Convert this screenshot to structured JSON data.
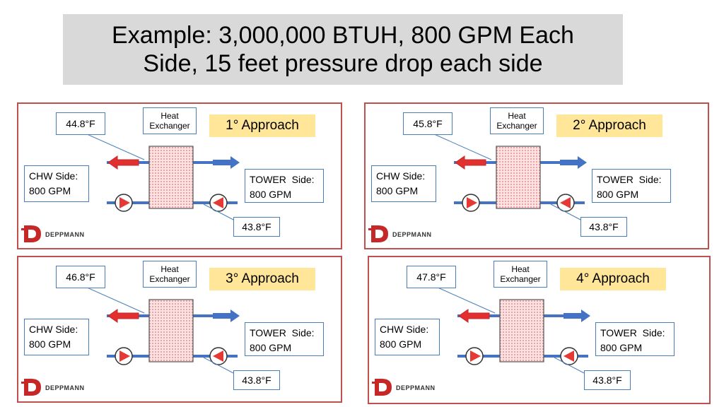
{
  "title": {
    "line1": "Example: 3,000,000 BTUH, 800 GPM Each",
    "line2": "Side, 15 feet pressure drop each side"
  },
  "panels": [
    {
      "hot_temp": "44.8°F",
      "hx_line1": "Heat",
      "hx_line2": "Exchanger",
      "approach": "1° Approach",
      "chw_line1": "CHW Side:",
      "chw_line2": "800 GPM",
      "tower_line1": "TOWER  Side:",
      "tower_line2": "800 GPM",
      "cold_temp": "43.8°F",
      "logo": "DEPPMANN"
    },
    {
      "hot_temp": "45.8°F",
      "hx_line1": "Heat",
      "hx_line2": "Exchanger",
      "approach": "2° Approach",
      "chw_line1": "CHW Side:",
      "chw_line2": "800 GPM",
      "tower_line1": "TOWER  Side:",
      "tower_line2": "800 GPM",
      "cold_temp": "43.8°F",
      "logo": "DEPPMANN"
    },
    {
      "hot_temp": "46.8°F",
      "hx_line1": "Heat",
      "hx_line2": "Exchanger",
      "approach": "3° Approach",
      "chw_line1": "CHW Side:",
      "chw_line2": "800 GPM",
      "tower_line1": "TOWER  Side:",
      "tower_line2": "800 GPM",
      "cold_temp": "43.8°F",
      "logo": "DEPPMANN"
    },
    {
      "hot_temp": "47.8°F",
      "hx_line1": "Heat",
      "hx_line2": "Exchanger",
      "approach": "4° Approach",
      "chw_line1": "CHW Side:",
      "chw_line2": "800 GPM",
      "tower_line1": "TOWER  Side:",
      "tower_line2": "800 GPM",
      "cold_temp": "43.8°F",
      "logo": "DEPPMANN"
    }
  ],
  "colors": {
    "panel_border": "#c0504d",
    "pipe": "#4472c4",
    "hot_arrow": "#e03030",
    "cold_arrow": "#4472c4",
    "pump": "#e53935",
    "approach_bg": "#ffe699",
    "title_bg": "#d9d9d9"
  }
}
